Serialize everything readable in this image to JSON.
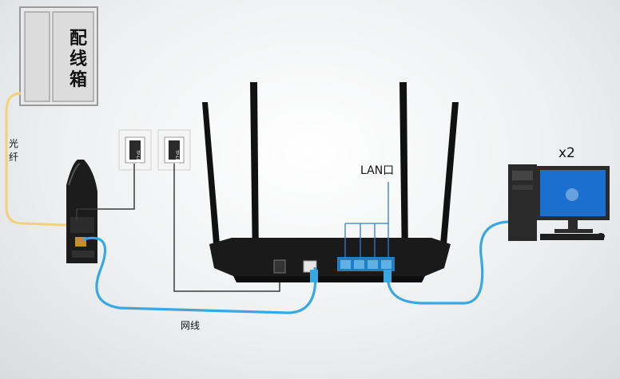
{
  "labels": {
    "cabinet": "配线箱",
    "fiber": "光纤",
    "lan_port": "LAN口",
    "pc_count": "x2",
    "network_cable": "网线",
    "outlet_brand": "TP-LINK"
  },
  "colors": {
    "ethernet_cable": "#3aa8e0",
    "fiber_cable": "#f1d27a",
    "power_cable": "#3a3a3a",
    "lan_port_fill": "#1e7fc4",
    "router_body": "#1a1a1a",
    "monitor_screen": "#1a6fcf"
  }
}
